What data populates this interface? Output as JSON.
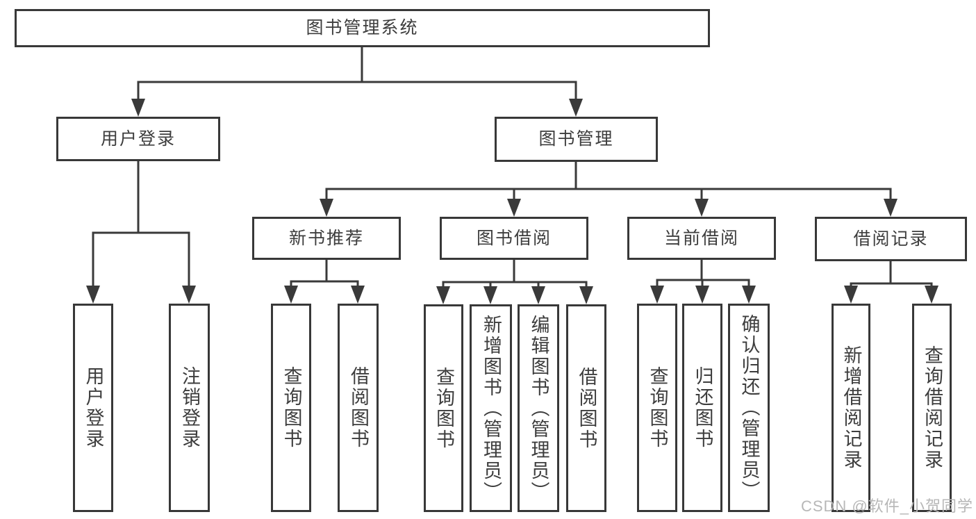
{
  "title": "图书管理系统",
  "watermark": "CSDN @软件_小贺同学",
  "colors": {
    "line": "#3a3a3a",
    "box_border": "#383838",
    "text": "#3d3d3d",
    "background": "#ffffff",
    "watermark": "#b7b7b7"
  },
  "tree": {
    "label": "图书管理系统",
    "children": [
      {
        "label": "用户登录",
        "children": [
          {
            "label": "用户登录"
          },
          {
            "label": "注销登录"
          }
        ]
      },
      {
        "label": "图书管理",
        "children": [
          {
            "label": "新书推荐",
            "children": [
              {
                "label": "查询图书"
              },
              {
                "label": "借阅图书"
              }
            ]
          },
          {
            "label": "图书借阅",
            "children": [
              {
                "label": "查询图书"
              },
              {
                "label": "新增图书（管理员）"
              },
              {
                "label": "编辑图书（管理员）"
              },
              {
                "label": "借阅图书"
              }
            ]
          },
          {
            "label": "当前借阅",
            "children": [
              {
                "label": "查询图书"
              },
              {
                "label": "归还图书"
              },
              {
                "label": "确认归还（管理员）"
              }
            ]
          },
          {
            "label": "借阅记录",
            "children": [
              {
                "label": "新增借阅记录"
              },
              {
                "label": "查询借阅记录"
              }
            ]
          }
        ]
      }
    ]
  }
}
